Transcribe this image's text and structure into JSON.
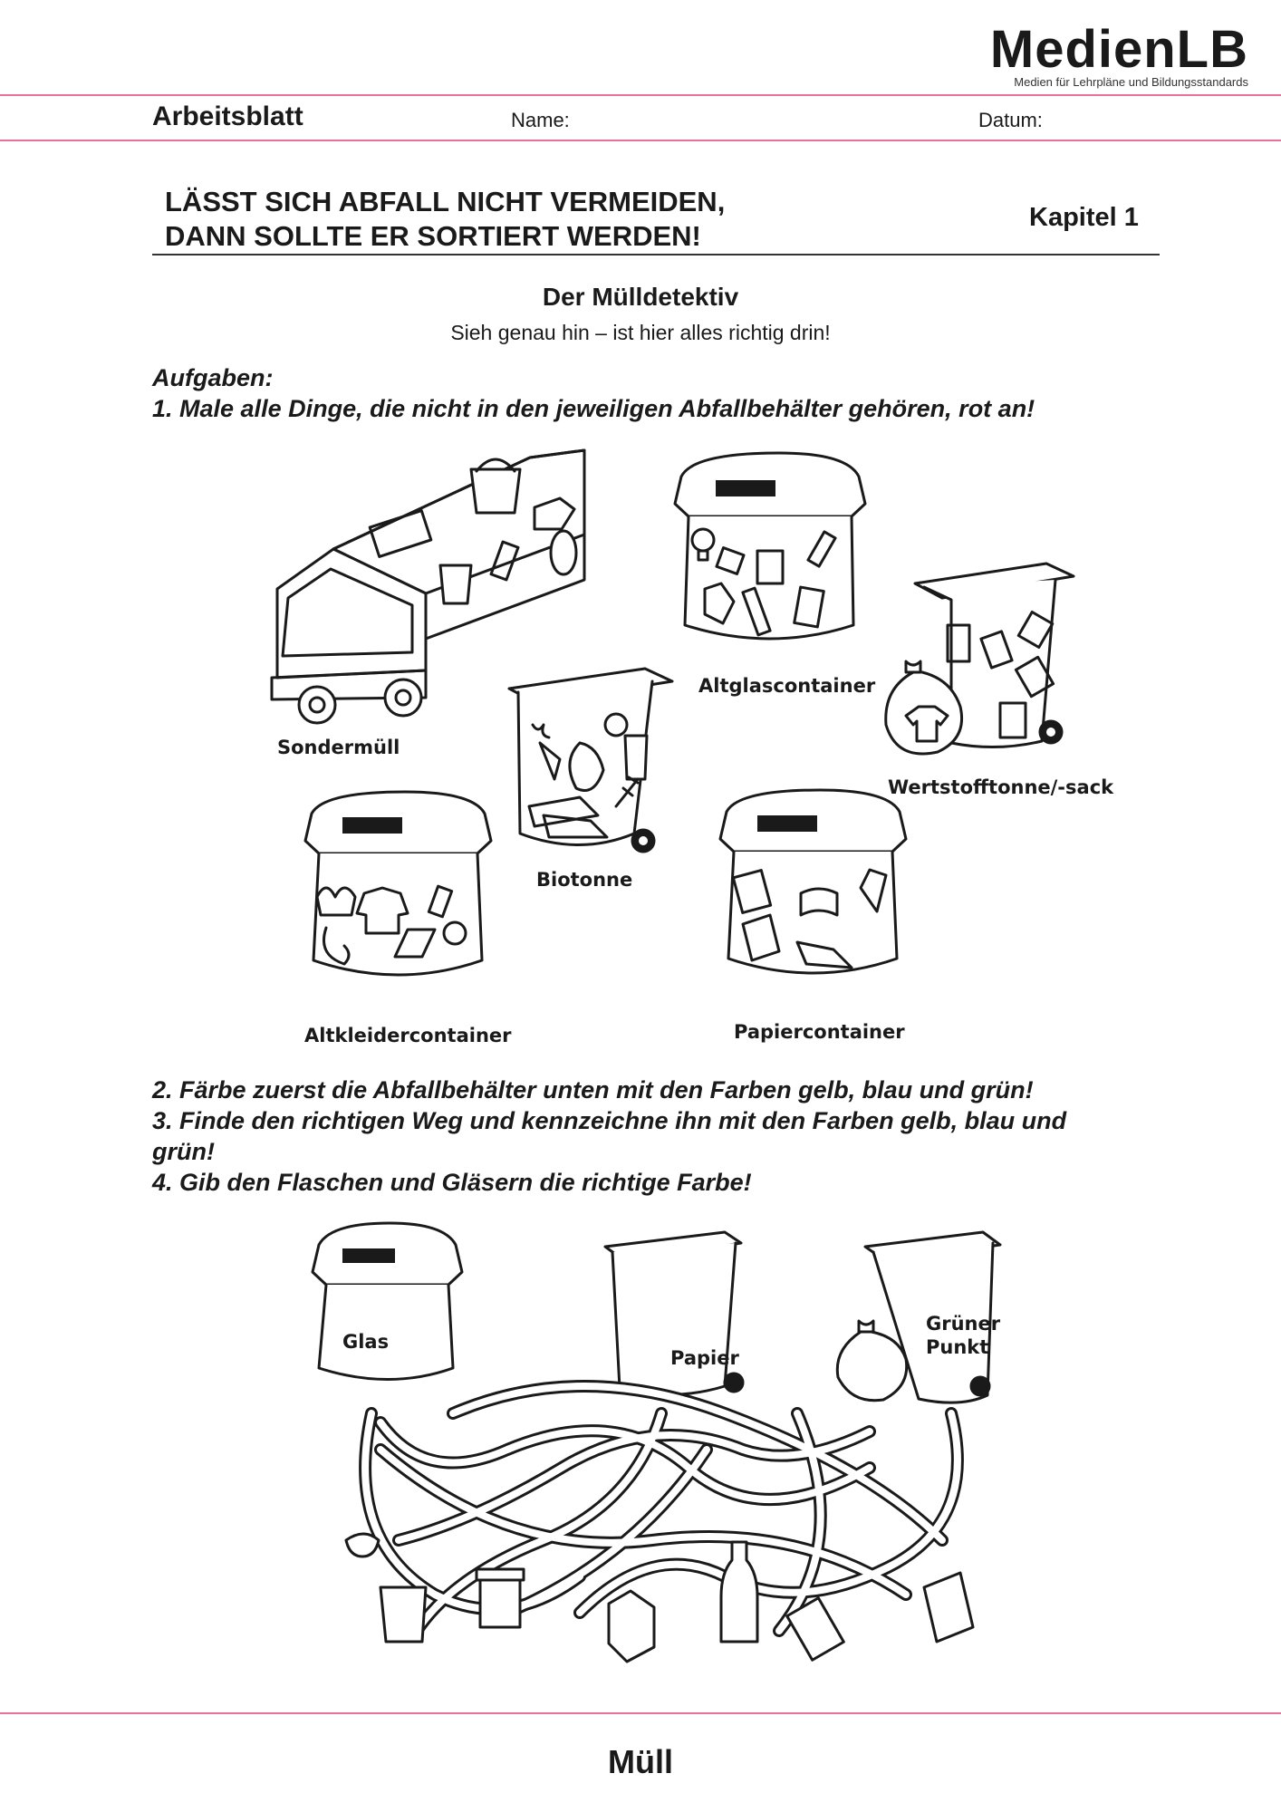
{
  "brand": {
    "name": "MedienLB",
    "tagline": "Medien für Lehrpläne und Bildungsstandards"
  },
  "header": {
    "worksheet": "Arbeitsblatt",
    "name_label": "Name:",
    "date_label": "Datum:"
  },
  "title": {
    "line1": "LÄSST SICH ABFALL NICHT VERMEIDEN,",
    "line2": "DANN SOLLTE ER SORTIERT WERDEN!",
    "chapter": "Kapitel 1"
  },
  "subtitle": "Der Mülldetektiv",
  "instruction": "Sieh genau hin – ist hier alles richtig drin!",
  "tasks": {
    "heading": "Aufgaben:",
    "t1": "1. Male alle Dinge, die nicht in den jeweiligen Abfallbehälter gehören, rot an!",
    "t2": "2. Färbe zuerst die Abfallbehälter unten mit den Farben gelb, blau und grün!",
    "t3a": "3. Finde den richtigen Weg und kennzeichne ihn mit den Farben gelb, blau und",
    "t3b": "grün!",
    "t4": "4. Gib den Flaschen und Gläsern die richtige Farbe!"
  },
  "containers": {
    "sondermuell": "Sondermüll",
    "altglas": "Altglascontainer",
    "wertstoff": "Wertstofftonne/-sack",
    "bio": "Biotonne",
    "altkleider": "Altkleidercontainer",
    "papier": "Papiercontainer"
  },
  "maze_bins": {
    "glas": "Glas",
    "papier": "Papier",
    "gruener1": "Grüner",
    "gruener2": "Punkt"
  },
  "footer": "Müll",
  "colors": {
    "accent_rule": "#e8709a",
    "ink": "#1a1a1a"
  }
}
